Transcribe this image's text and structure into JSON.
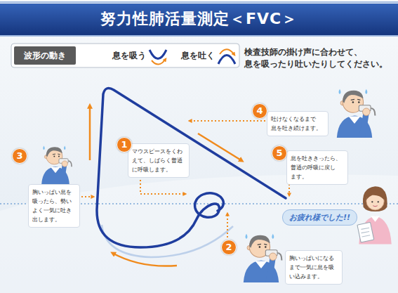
{
  "diagram": {
    "title": "努力性肺活量測定＜FVC＞",
    "nodes": [
      {
        "text": [
          "1",
          "マウスピースをくわ えて、しばらく普通 に呼吸します。"
        ]
      },
      {
        "text": [
          "2",
          "胸いっぱいになる まで一気に息を吸 い込みます。"
        ]
      },
      {
        "text": [
          "3",
          "胸いっぱい息を 吸ったら、勢い よく一気に吐き 出します。"
        ]
      },
      {
        "text": [
          "4",
          "吐けなくなるまで 息を吐き続けます。"
        ]
      },
      {
        "text": [
          "5",
          "息を吐ききったら、 普通の呼吸に戻し ます。"
        ]
      },
      {
        "text": [
          "お疲れ様でした!!"
        ]
      }
    ],
    "labels": [
      "波形の動き",
      "検査技師の掛け声に合わせて、 息を吸ったり吐いたりしてください。"
    ],
    "legend": [
      {
        "text": "息を吸う"
      },
      {
        "text": "息を吐く"
      }
    ]
  }
}
